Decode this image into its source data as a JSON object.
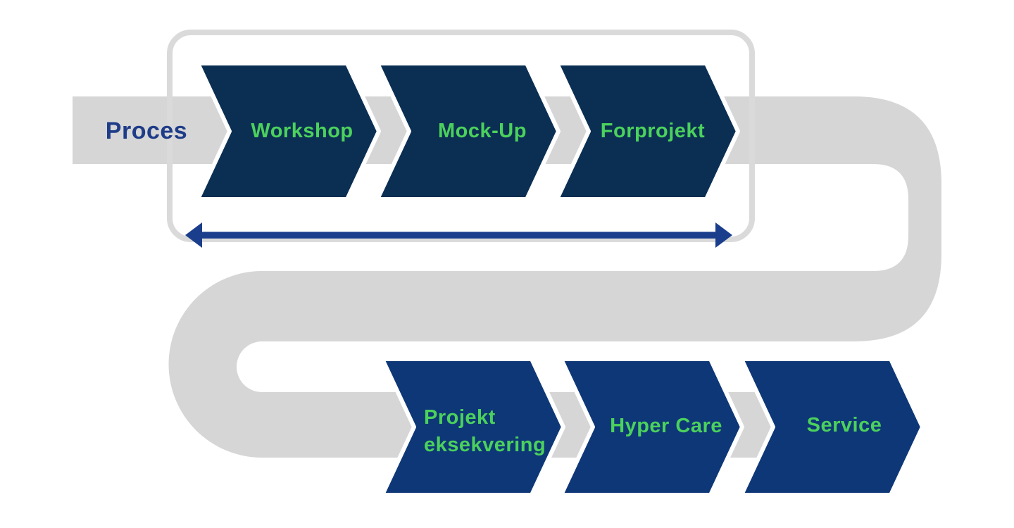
{
  "diagram": {
    "process_label": "Proces",
    "steps_top": [
      {
        "label": "Workshop"
      },
      {
        "label": "Mock-Up"
      },
      {
        "label": "Forprojekt"
      }
    ],
    "steps_bottom": [
      {
        "line1": "Projekt",
        "line2": "eksekvering"
      },
      {
        "line1": "Hyper Care"
      },
      {
        "line1": "Service"
      }
    ],
    "colors": {
      "band_gray": "#d6d6d6",
      "frame_gray": "#dadada",
      "chevron_top_navy": "#0b2f53",
      "chevron_bottom_blue": "#0e3777",
      "label_green": "#4bd15c",
      "process_blue": "#1e3c88",
      "arrow_blue": "#1b3e8c",
      "outline_white": "#ffffff"
    }
  }
}
